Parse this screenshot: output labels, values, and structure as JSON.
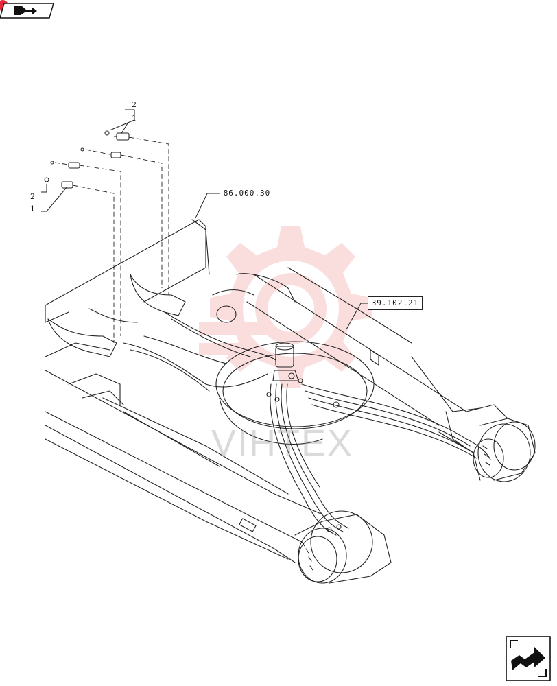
{
  "navigation": {
    "top_button_icon": "forward-arrow-icon",
    "bottom_button_icon": "forward-arrow-icon",
    "badge_color": "#e8273a"
  },
  "references": [
    {
      "text": "86.000.30"
    },
    {
      "text": "39.102.21"
    }
  ],
  "item_numbers": {
    "upper_2": "2",
    "upper_1": "1",
    "lower_2": "2",
    "lower_1": "1"
  },
  "watermark": {
    "text": "VIHTEX",
    "logo_icon": "gear-logo-icon",
    "color": "#f08a8a"
  }
}
